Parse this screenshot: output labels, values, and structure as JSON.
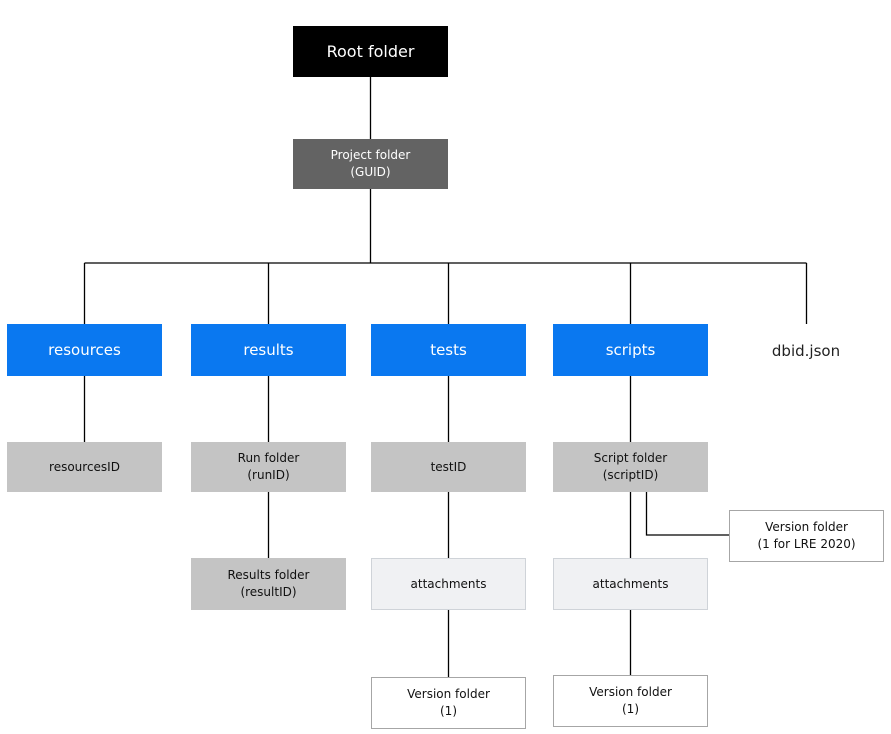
{
  "nodes": {
    "root": "Root folder",
    "project": "Project folder\n(GUID)",
    "resources": "resources",
    "results": "results",
    "tests": "tests",
    "scripts": "scripts",
    "dbid": "dbid.json",
    "resources_id": "resourcesID",
    "run_folder": "Run folder\n(runID)",
    "test_id": "testID",
    "script_folder": "Script folder\n(scriptID)",
    "version_folder_lre": "Version folder\n(1 for LRE 2020)",
    "results_folder": "Results folder\n(resultID)",
    "tests_attachments": "attachments",
    "scripts_attachments": "attachments",
    "tests_version_folder": "Version folder\n(1)",
    "scripts_version_folder": "Version folder\n(1)"
  },
  "colors": {
    "root_fill": "#000000",
    "project_fill": "#636363",
    "category_fill": "#0a78f0",
    "id_fill": "#c4c4c4",
    "attachments_fill": "#f0f1f3",
    "connector": "#000000"
  }
}
